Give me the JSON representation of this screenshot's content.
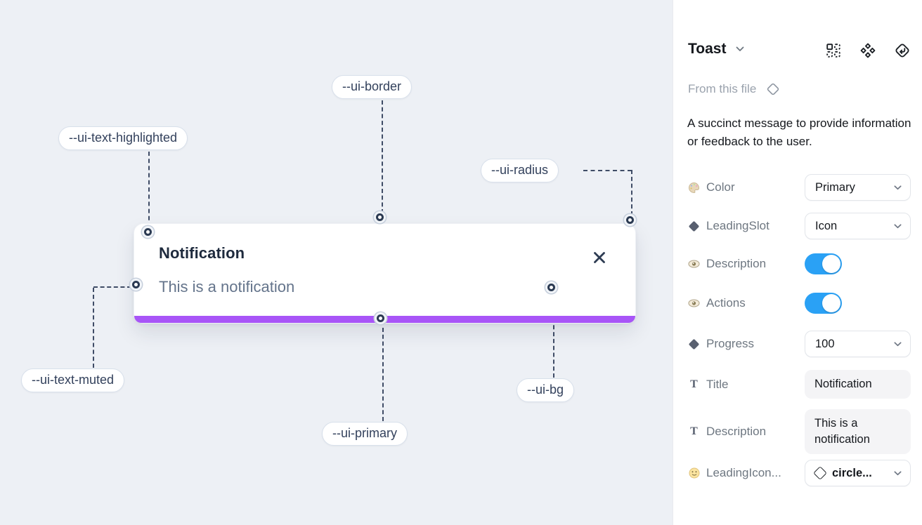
{
  "canvas": {
    "toast": {
      "title": "Notification",
      "description": "This is a notification",
      "close_icon": "x-close-icon",
      "progress_color": "#a855f7"
    },
    "annotations": {
      "text_highlighted": "--ui-text-highlighted",
      "border": "--ui-border",
      "radius": "--ui-radius",
      "text_muted": "--ui-text-muted",
      "primary": "--ui-primary",
      "bg": "--ui-bg"
    }
  },
  "panel": {
    "title": "Toast",
    "source_label": "From this file",
    "description": "A succinct message to provide information or feedback to the user.",
    "header_icons": [
      "component-picker-icon",
      "component-diamonds-icon",
      "return-to-component-icon"
    ],
    "rows": [
      {
        "icon": "palette-icon",
        "label": "Color",
        "type": "dropdown",
        "value": "Primary"
      },
      {
        "icon": "diamond-icon",
        "label": "LeadingSlot",
        "type": "dropdown",
        "value": "Icon"
      },
      {
        "icon": "eye-icon",
        "label": "Description",
        "type": "toggle",
        "value": "on"
      },
      {
        "icon": "eye-icon",
        "label": "Actions",
        "type": "toggle",
        "value": "on"
      },
      {
        "icon": "diamond-icon",
        "label": "Progress",
        "type": "dropdown",
        "value": "100"
      },
      {
        "icon": "text-icon",
        "label": "Title",
        "type": "textfield",
        "value": "Notification",
        "glyph": "T"
      },
      {
        "icon": "text-icon",
        "label": "Description",
        "type": "textfield",
        "value": "This is a notification",
        "glyph": "T"
      },
      {
        "icon": "smiley-icon",
        "label": "LeadingIcon...",
        "type": "dropdown-icon",
        "value": "circle..."
      }
    ]
  },
  "colors": {
    "canvas_bg": "#edf0f5",
    "accent_purple": "#a855f7",
    "toggle_on": "#2aa1f5",
    "title_text": "#1e2a3d",
    "muted_text": "#64748b"
  }
}
